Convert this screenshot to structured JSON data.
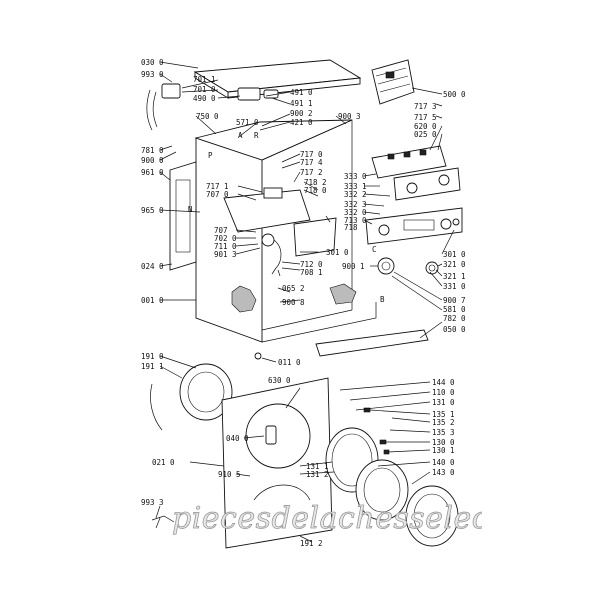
{
  "labels": [
    {
      "id": "030_0",
      "text": "030 0"
    },
    {
      "id": "993_0",
      "text": "993 0"
    },
    {
      "id": "701_1",
      "text": "701 1"
    },
    {
      "id": "701_0",
      "text": "701 0"
    },
    {
      "id": "490_0",
      "text": "490 0"
    },
    {
      "id": "491_0",
      "text": "491 0"
    },
    {
      "id": "491_1",
      "text": "491 1"
    },
    {
      "id": "900_2",
      "text": "900 2"
    },
    {
      "id": "421_0",
      "text": "421 0"
    },
    {
      "id": "571_0",
      "text": "571 0"
    },
    {
      "id": "900_3",
      "text": "900 3"
    },
    {
      "id": "500_0",
      "text": "500 0"
    },
    {
      "id": "717_3",
      "text": "717 3"
    },
    {
      "id": "717_5",
      "text": "717 5"
    },
    {
      "id": "620_0",
      "text": "620 0"
    },
    {
      "id": "025_0",
      "text": "025 0"
    },
    {
      "id": "750_0",
      "text": "750 0"
    },
    {
      "id": "781_0",
      "text": "781 0"
    },
    {
      "id": "900_0",
      "text": "900 0"
    },
    {
      "id": "961_0",
      "text": "961 0"
    },
    {
      "id": "965_0",
      "text": "965 0"
    },
    {
      "id": "717_0",
      "text": "717 0"
    },
    {
      "id": "717_4",
      "text": "717 4"
    },
    {
      "id": "717_2",
      "text": "717 2"
    },
    {
      "id": "718_2",
      "text": "718 2"
    },
    {
      "id": "718_0",
      "text": "718 0"
    },
    {
      "id": "717_1",
      "text": "717 1"
    },
    {
      "id": "707_0",
      "text": "707 0"
    },
    {
      "id": "333_0",
      "text": "333 0"
    },
    {
      "id": "333_1",
      "text": "333 1"
    },
    {
      "id": "332_2",
      "text": "332 2"
    },
    {
      "id": "332_3",
      "text": "332 3"
    },
    {
      "id": "332_0",
      "text": "332 0"
    },
    {
      "id": "713_0",
      "text": "713 0"
    },
    {
      "id": "718",
      "text": "718"
    },
    {
      "id": "707",
      "text": "707"
    },
    {
      "id": "702_0",
      "text": "702 0"
    },
    {
      "id": "711_0",
      "text": "711 0"
    },
    {
      "id": "901_3",
      "text": "901 3"
    },
    {
      "id": "301_0",
      "text": "301 0"
    },
    {
      "id": "301_0b",
      "text": "301 0"
    },
    {
      "id": "321_0",
      "text": "321 0"
    },
    {
      "id": "321_1",
      "text": "321 1"
    },
    {
      "id": "331_0",
      "text": "331 0"
    },
    {
      "id": "024_0",
      "text": "024 0"
    },
    {
      "id": "712_0",
      "text": "712 0"
    },
    {
      "id": "708_1",
      "text": "708 1"
    },
    {
      "id": "900_1",
      "text": "900 1"
    },
    {
      "id": "900_7",
      "text": "900 7"
    },
    {
      "id": "581_0",
      "text": "581 0"
    },
    {
      "id": "782_0",
      "text": "782 0"
    },
    {
      "id": "065_2",
      "text": "065 2"
    },
    {
      "id": "001_0",
      "text": "001 0"
    },
    {
      "id": "900_8",
      "text": "900 8"
    },
    {
      "id": "050_0",
      "text": "050 0"
    },
    {
      "id": "011_0",
      "text": "011 0"
    },
    {
      "id": "191_0",
      "text": "191 0"
    },
    {
      "id": "191_1",
      "text": "191 1"
    },
    {
      "id": "630_0",
      "text": "630 0"
    },
    {
      "id": "144_0",
      "text": "144 0"
    },
    {
      "id": "110_0",
      "text": "110 0"
    },
    {
      "id": "131_0",
      "text": "131 0"
    },
    {
      "id": "135_1",
      "text": "135 1"
    },
    {
      "id": "135_2",
      "text": "135 2"
    },
    {
      "id": "135_3",
      "text": "135 3"
    },
    {
      "id": "130_0",
      "text": "130 0"
    },
    {
      "id": "130_1",
      "text": "130 1"
    },
    {
      "id": "040_0",
      "text": "040 0"
    },
    {
      "id": "140_0",
      "text": "140 0"
    },
    {
      "id": "131_1",
      "text": "131 1"
    },
    {
      "id": "131_2",
      "text": "131 2"
    },
    {
      "id": "143_0",
      "text": "143 0"
    },
    {
      "id": "021_0",
      "text": "021 0"
    },
    {
      "id": "910_5",
      "text": "910 5"
    },
    {
      "id": "993_3",
      "text": "993 3"
    },
    {
      "id": "191_2",
      "text": "191 2"
    },
    {
      "id": "letter_A",
      "text": "A"
    },
    {
      "id": "letter_B",
      "text": "B"
    },
    {
      "id": "letter_C",
      "text": "C"
    },
    {
      "id": "letter_P",
      "text": "P"
    },
    {
      "id": "letter_N",
      "text": "N"
    },
    {
      "id": "letter_R",
      "text": "R"
    }
  ],
  "watermark": "piecesdelachesselec.com"
}
